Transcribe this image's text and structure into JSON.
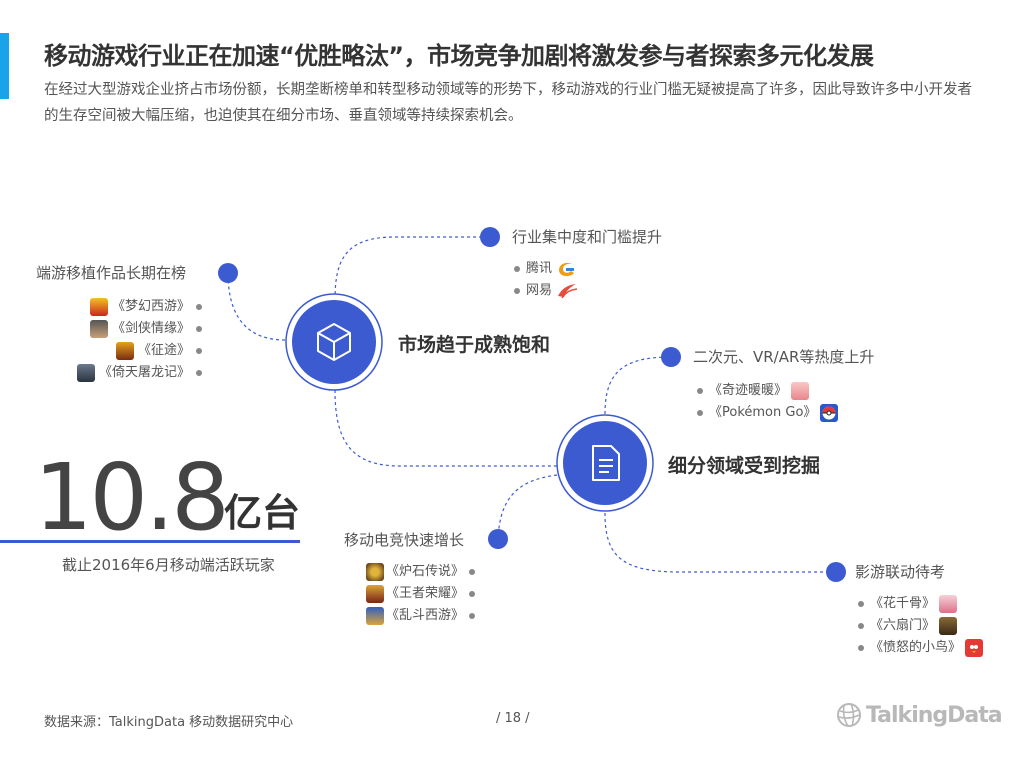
{
  "header": {
    "title": "移动游戏行业正在加速“优胜略汰”，市场竞争加剧将激发参与者探索多元化发展",
    "subtitle": "在经过大型游戏企业挤占市场份额，长期垄断榜单和转型移动领域等的形势下，移动游戏的行业门槛无疑被提高了许多，因此导致许多中小开发者的生存空间被大幅压缩，也迫使其在细分市场、垂直领域等持续探索机会。"
  },
  "hubs": {
    "market": "市场趋于成熟饱和",
    "segment": "细分领域受到挖掘"
  },
  "nodes": {
    "pc_port": {
      "label": "端游移植作品长期在榜",
      "items": [
        "《梦幻西游》",
        "《剑侠情缘》",
        "《征途》",
        "《倚天屠龙记》"
      ]
    },
    "concentration": {
      "label": "行业集中度和门槛提升",
      "items": [
        "腾讯",
        "网易"
      ]
    },
    "acg_vr": {
      "label": "二次元、VR/AR等热度上升",
      "items": [
        "《奇迹暖暖》",
        "《Pokémon Go》"
      ]
    },
    "esports": {
      "label": "移动电竞快速增长",
      "items": [
        "《炉石传说》",
        "《王者荣耀》",
        "《乱斗西游》"
      ]
    },
    "film": {
      "label": "影游联动待考",
      "items": [
        "《花千骨》",
        "《六扇门》",
        "《愤怒的小鸟》"
      ]
    }
  },
  "stat": {
    "value": "10.8",
    "unit": "亿台",
    "caption": "截止2016年6月移动端活跃玩家"
  },
  "footer": {
    "source": "数据来源：TalkingData 移动数据研究中心",
    "page": "/ 18 /",
    "logo": "TalkingData"
  },
  "colors": {
    "accent": "#1aa3e8",
    "primary": "#3d5bd0",
    "text": "#444444"
  }
}
